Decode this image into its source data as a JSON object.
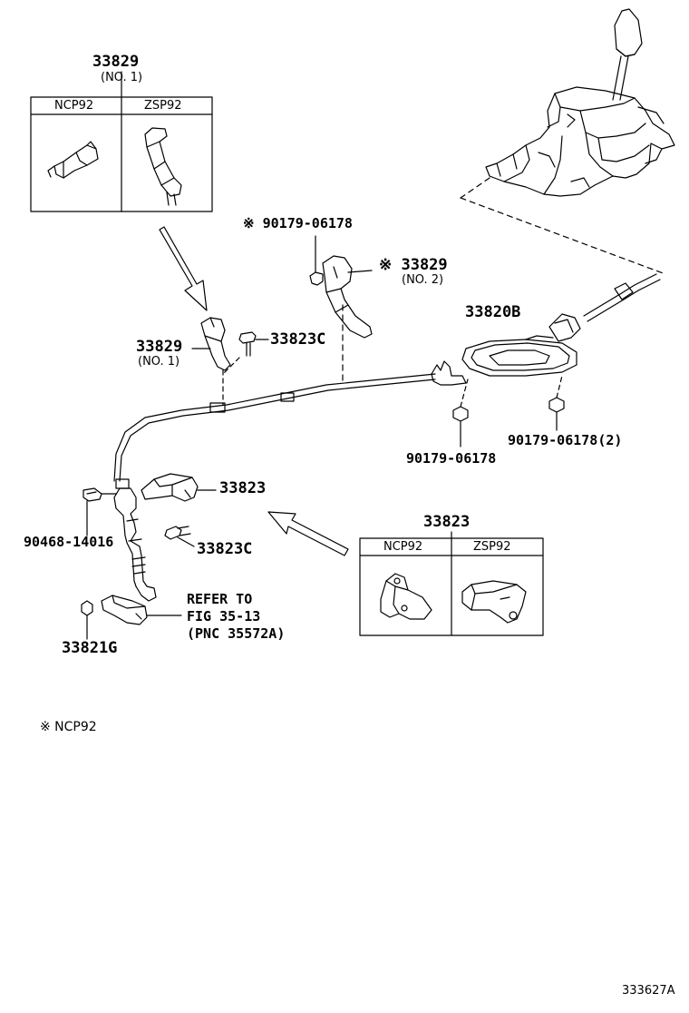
{
  "labels": {
    "p33829_top": "33829",
    "p33829_top_sub": "(NO. 1)",
    "box1_col1": "NCP92",
    "box1_col2": "ZSP92",
    "p90179_top": "※ 90179-06178",
    "p33829_no2": "※ 33829",
    "p33829_no2_sub": "(NO. 2)",
    "p33820B": "33820B",
    "p33829_mid": "33829",
    "p33829_mid_sub": "(NO. 1)",
    "p33823C_top": "33823C",
    "p90179_mid": "90179-06178",
    "p90179_right": "90179-06178(2)",
    "p33823_left": "33823",
    "p33823_box": "33823",
    "box2_col1": "NCP92",
    "box2_col2": "ZSP92",
    "p90468": "90468-14016",
    "p33823C_bot": "33823C",
    "refer_line1": "REFER TO",
    "refer_line2": "FIG 35-13",
    "refer_line3": "(PNC 35572A)",
    "p33821G": "33821G",
    "note": "※ NCP92",
    "figure_id": "333627A"
  }
}
